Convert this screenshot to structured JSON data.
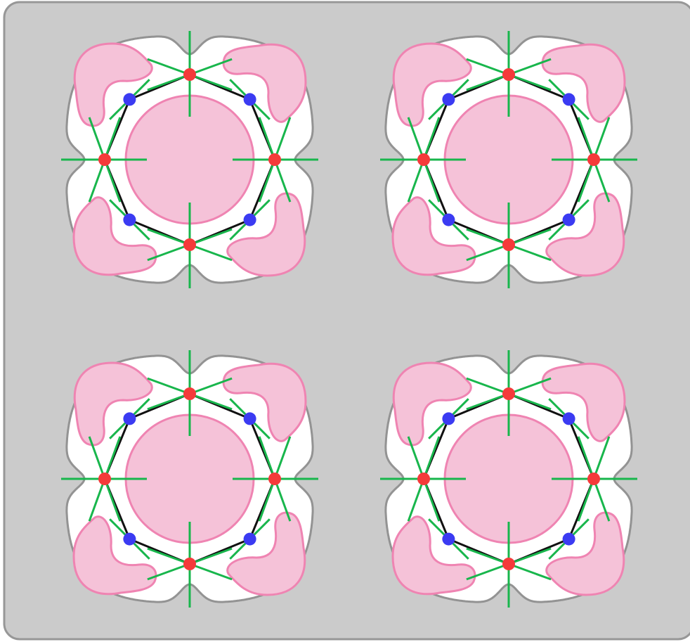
{
  "colors": {
    "panel_fill": "#cbcbcb",
    "panel_stroke": "#979797",
    "blob_fill": "#ffffff",
    "blob_stroke": "#939393",
    "pink_fill": "#f5c2d8",
    "pink_stroke": "#ef84b2",
    "ring_line": "#111111",
    "node_red": "#f53a3a",
    "node_blue": "#3b3bf2",
    "spoke_green": "#18b64c"
  },
  "diagram": {
    "cell_count": 4,
    "rows": 2,
    "columns": 2,
    "ring": {
      "shape": "octagon",
      "node_count": 8,
      "node_colors_cycle": [
        "red",
        "blue"
      ],
      "red_node_spokes": 3,
      "blue_node_spokes": 1
    }
  }
}
